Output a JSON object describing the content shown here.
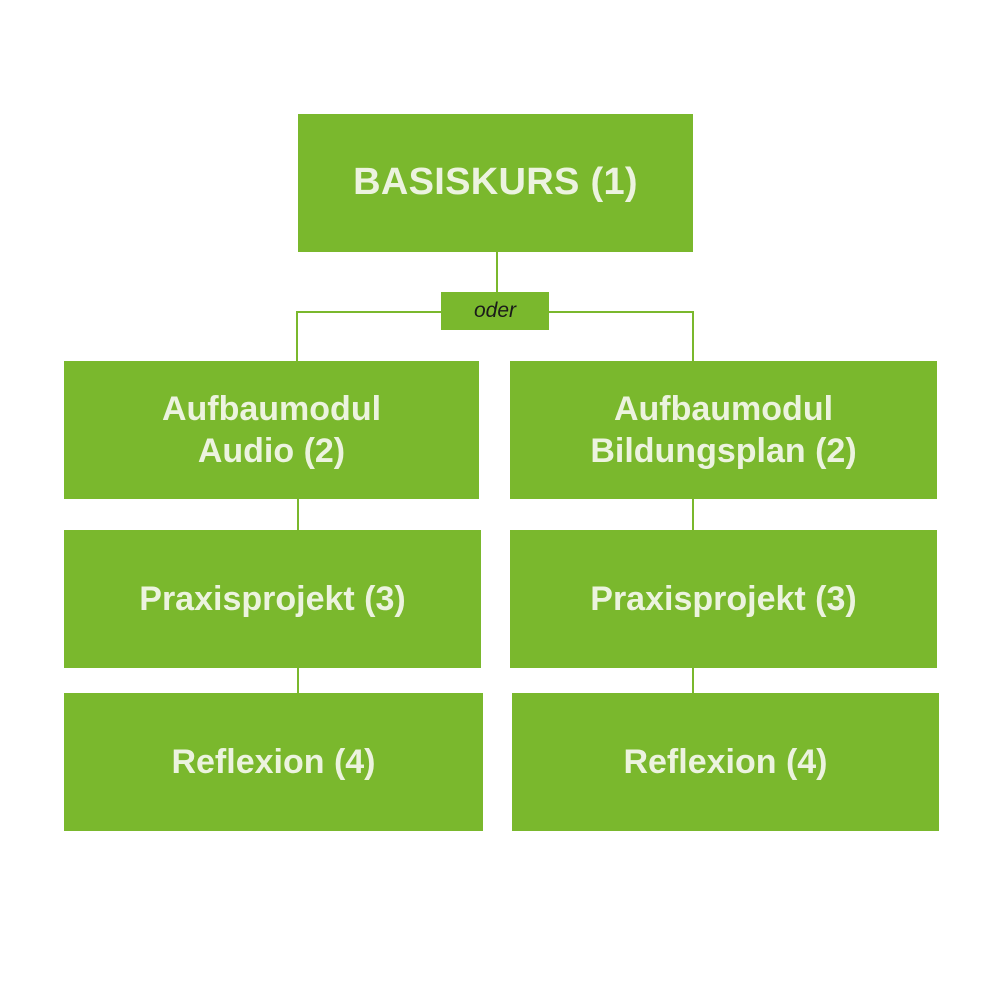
{
  "diagram": {
    "root": {
      "label": "BASISKURS (1)"
    },
    "connector": {
      "label": "oder"
    },
    "left_branch": {
      "module": {
        "line1": "Aufbaumodul",
        "line2": "Audio (2)"
      },
      "project": {
        "label": "Praxisprojekt (3)"
      },
      "reflection": {
        "label": "Reflexion (4)"
      }
    },
    "right_branch": {
      "module": {
        "line1": "Aufbaumodul",
        "line2": "Bildungsplan (2)"
      },
      "project": {
        "label": "Praxisprojekt (3)"
      },
      "reflection": {
        "label": "Reflexion (4)"
      }
    }
  },
  "colors": {
    "box_fill": "#7ab82d",
    "box_text": "#ecf3df",
    "connector_text": "#1a1a1a",
    "background": "#ffffff"
  }
}
